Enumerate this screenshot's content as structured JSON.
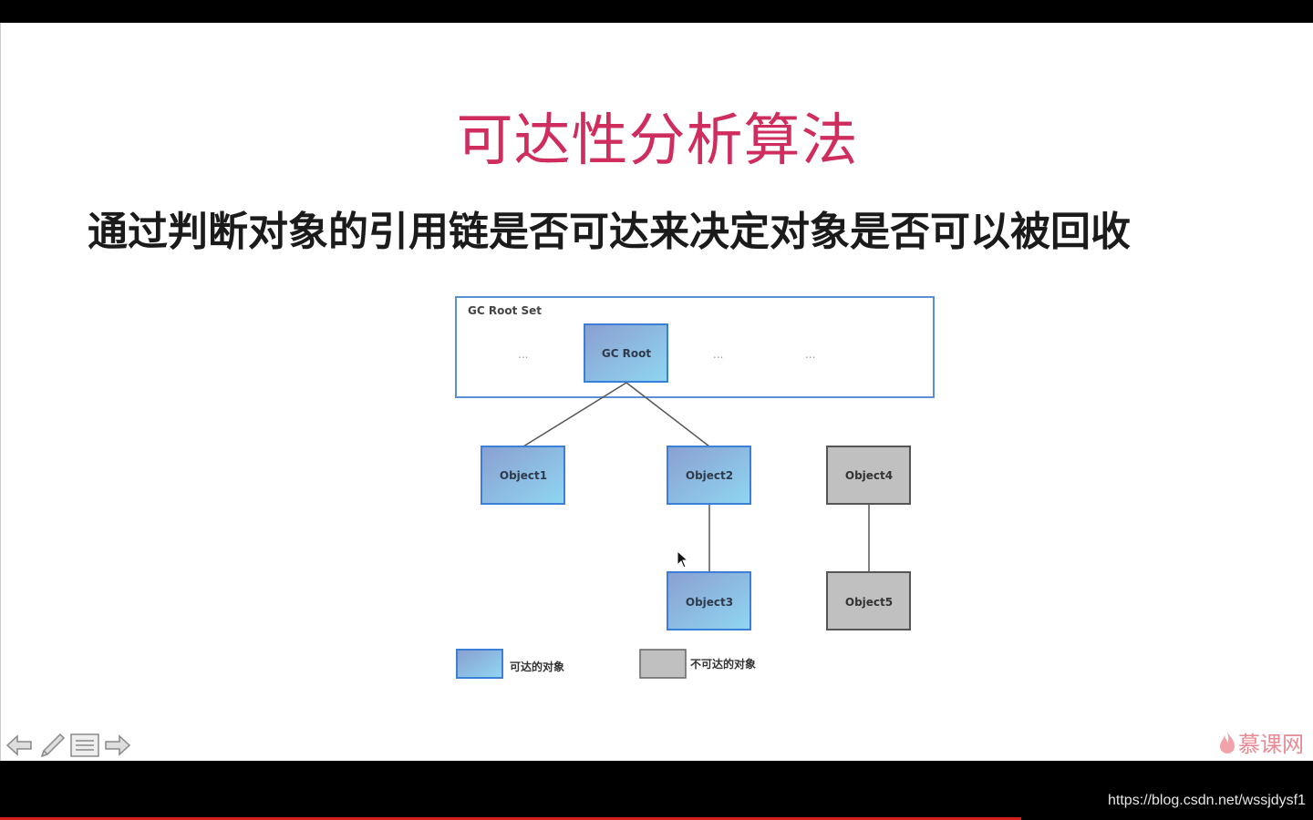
{
  "slide": {
    "title": "可达性分析算法",
    "subtitle": "通过判断对象的引用链是否可达来决定对象是否可以被回收"
  },
  "diagram": {
    "root_set_label": "GC Root Set",
    "ellipsis": "...",
    "nodes": {
      "gc_root": "GC Root",
      "object1": "Object1",
      "object2": "Object2",
      "object3": "Object3",
      "object4": "Object4",
      "object5": "Object5"
    },
    "edges": [
      [
        "GC Root",
        "Object1"
      ],
      [
        "GC Root",
        "Object2"
      ],
      [
        "Object2",
        "Object3"
      ],
      [
        "Object4",
        "Object5"
      ]
    ],
    "legend": {
      "reachable": "可达的对象",
      "unreachable": "不可达的对象"
    },
    "colors": {
      "reachable_fill_start": "#8a9fd0",
      "reachable_fill_end": "#8fd6f2",
      "reachable_border": "#3b7fd6",
      "unreachable_fill": "#c0c0c0",
      "unreachable_border": "#555555",
      "title": "#cf2d5e"
    }
  },
  "toolbar": {
    "icons": [
      "arrow-left-icon",
      "pen-icon",
      "menu-icon",
      "arrow-right-icon"
    ]
  },
  "brand": {
    "name": "慕课网"
  },
  "watermark": "https://blog.csdn.net/wssjdysf1"
}
